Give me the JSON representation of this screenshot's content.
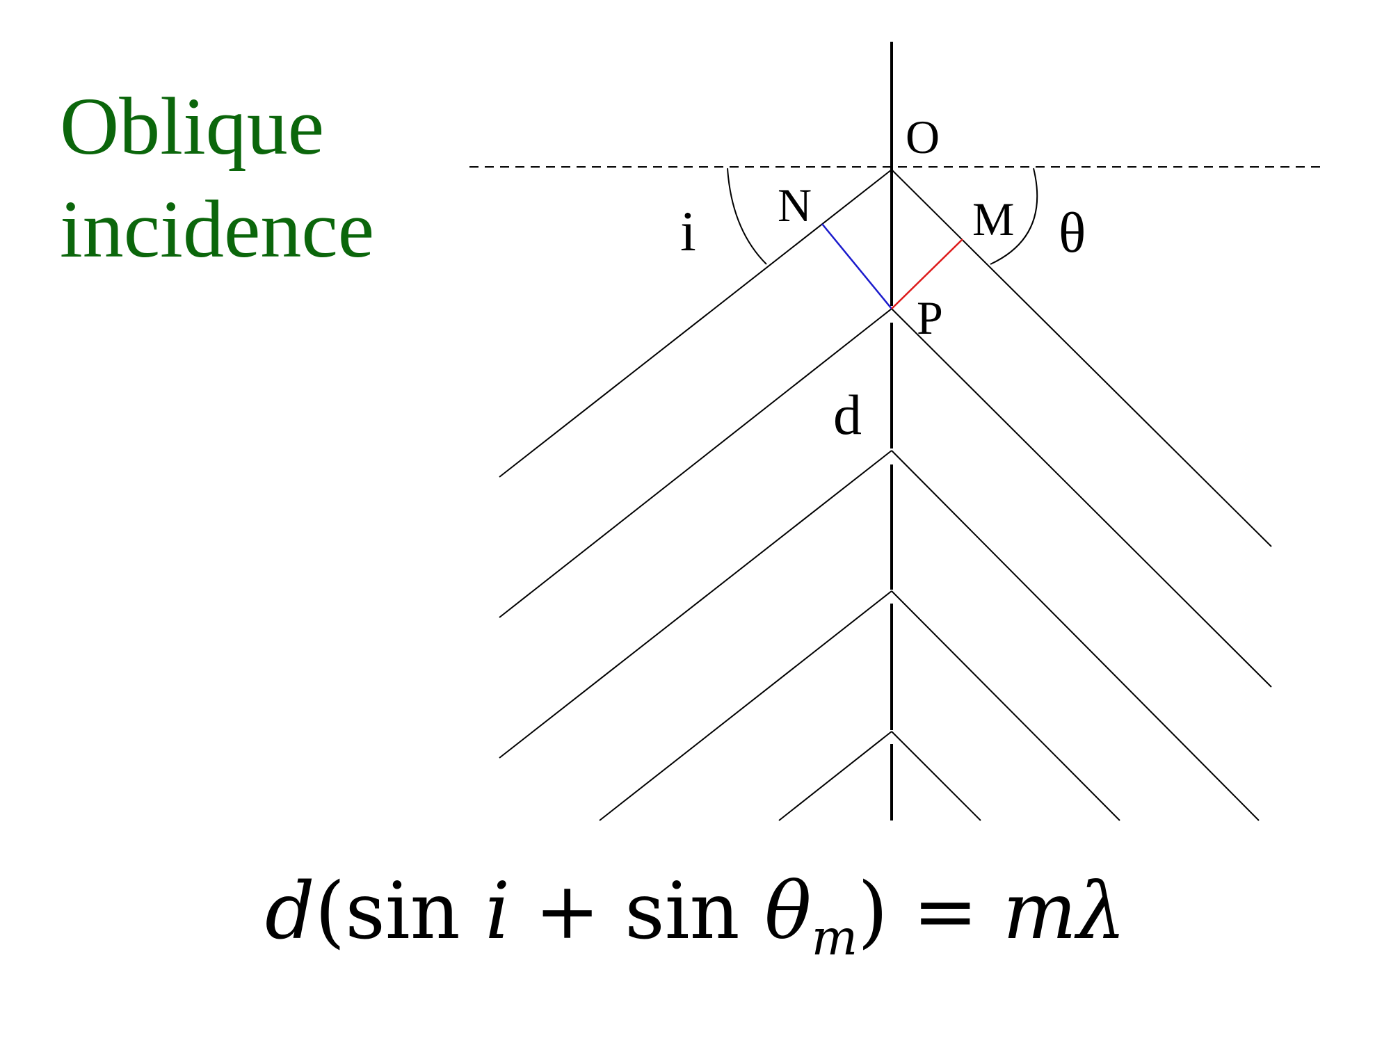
{
  "title": {
    "line1": "Oblique",
    "line2": "incidence",
    "color": "#0b660b"
  },
  "labels": {
    "O": "O",
    "N": "N",
    "M": "M",
    "P": "P",
    "i": "i",
    "theta": "θ",
    "d": "d"
  },
  "formula": {
    "lhs_d": "d",
    "open": "(sin ",
    "i": "i",
    "plus": " + sin ",
    "theta": "θ",
    "sub_m": "m",
    "close": ") = ",
    "m": "m",
    "lambda": "λ"
  },
  "colors": {
    "line": "#000000",
    "path_np": "#1a1acc",
    "path_pm": "#dd1a1a"
  }
}
